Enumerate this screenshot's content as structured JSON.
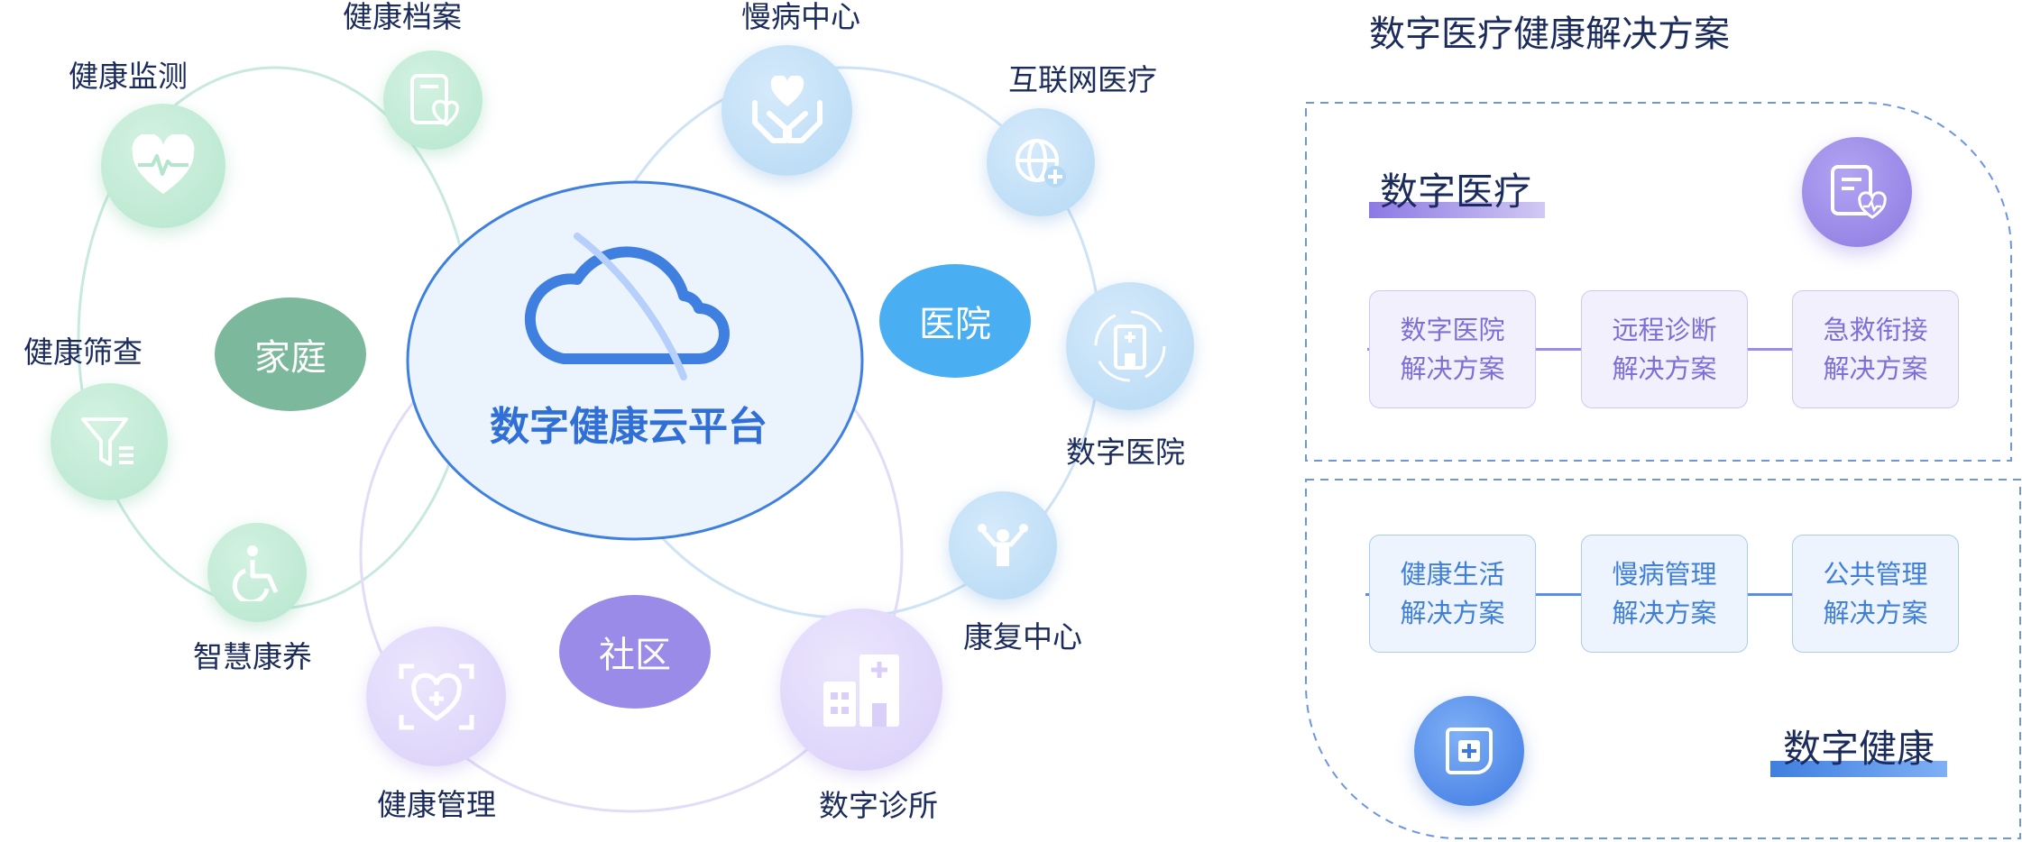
{
  "left": {
    "center_title": "数字健康云平台",
    "zones": {
      "home": "家庭",
      "hospital": "医院",
      "community": "社区"
    },
    "nodes": {
      "health_monitoring": "健康监测",
      "health_records": "健康档案",
      "health_screening": "健康筛查",
      "smart_wellness": "智慧康养",
      "chronic_center": "慢病中心",
      "internet_medical": "互联网医疗",
      "digital_hospital": "数字医院",
      "rehab_center": "康复中心",
      "health_management": "健康管理",
      "digital_clinic": "数字诊所"
    }
  },
  "right": {
    "title": "数字医疗健康解决方案",
    "digital_medical": {
      "heading": "数字医疗",
      "boxes": [
        {
          "line1": "数字医院",
          "line2": "解决方案"
        },
        {
          "line1": "远程诊断",
          "line2": "解决方案"
        },
        {
          "line1": "急救衔接",
          "line2": "解决方案"
        }
      ]
    },
    "digital_health": {
      "heading": "数字健康",
      "boxes": [
        {
          "line1": "健康生活",
          "line2": "解决方案"
        },
        {
          "line1": "慢病管理",
          "line2": "解决方案"
        },
        {
          "line1": "公共管理",
          "line2": "解决方案"
        }
      ]
    }
  },
  "colors": {
    "home": "#7cb89b",
    "hospital": "#4aaef3",
    "community": "#9a8be8",
    "center_border": "#3f7fe0",
    "title_text": "#1b2b5c"
  }
}
